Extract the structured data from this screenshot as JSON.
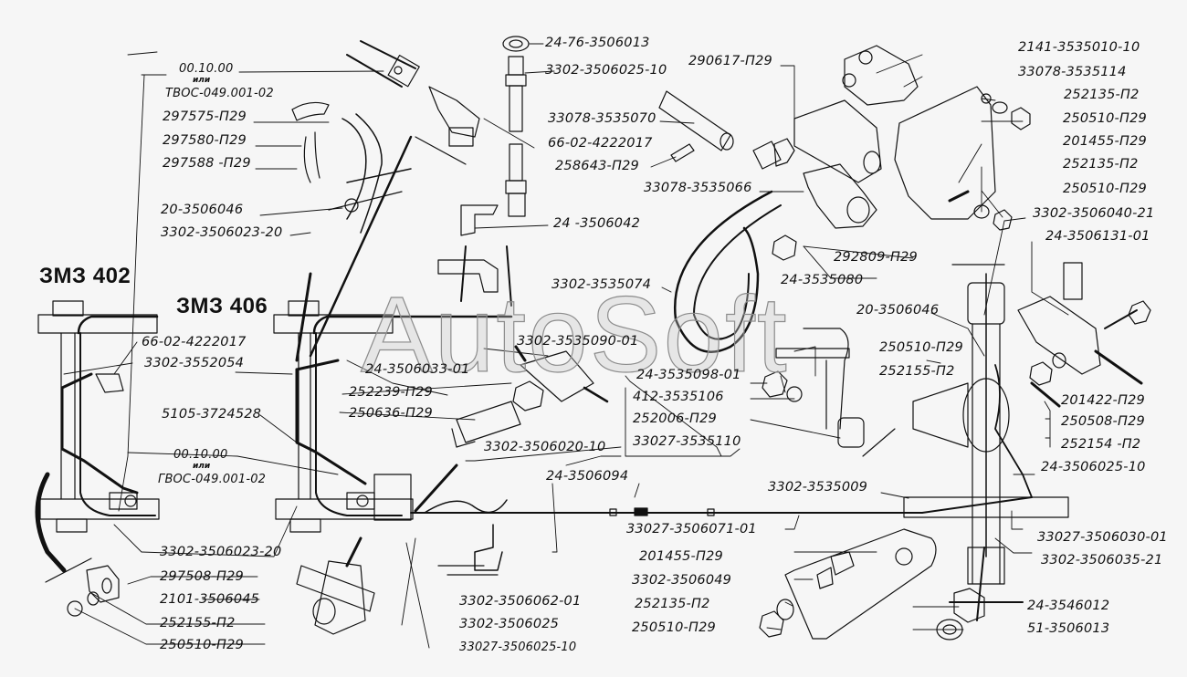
{
  "watermark": "AutoSoft",
  "engines": {
    "left": "ЗМЗ 402",
    "right": "ЗМЗ 406"
  },
  "or_word": "или",
  "labels": {
    "top_left_a": "00.10.00",
    "top_left_b": "ТВОС-049.001-02",
    "l297575": "297575-П29",
    "l297580": "297580-П29",
    "l297588": "297588 -П29",
    "l20_3506046_top": "20-3506046",
    "l3302_3506023_20_top": "3302-3506023-20",
    "l24_76": "24-76-3506013",
    "l3302_3506025_10": "3302-3506025-10",
    "l66_02_top": "66-02-4222017",
    "l258643": "258643-П29",
    "l33078_3535070": "33078-3535070",
    "l290617": "290617-П29",
    "l24_3506042": "24 -3506042",
    "l33078_3535066": "33078-3535066",
    "l2141": "2141-3535010-10",
    "l33078_3535114": "33078-3535114",
    "l252135_a": "252135-П2",
    "l250510_a": "250510-П29",
    "l201455_a": "201455-П29",
    "l252135_b": "252135-П2",
    "l250510_b": "250510-П29",
    "l3302_3506040_21": "3302-3506040-21",
    "l24_3506131_01": "24-3506131-01",
    "l292809": "292809-П29",
    "l24_3535080": "24-3535080",
    "l3302_3535074": "3302-3535074",
    "l20_3506046_right": "20-3506046",
    "l66_02_left": "66-02-4222017",
    "l3302_3552054": "3302-3552054",
    "l3302_3535090_01": "3302-3535090-01",
    "l24_3506033_01": "24-3506033-01",
    "l252239": "252239-П29",
    "l250636": "250636-П29",
    "l5105": "5105-3724528",
    "l24_3535098_01": "24-3535098-01",
    "l412": "412-3535106",
    "l252006": "252006-П29",
    "l33027_3535110": "33027-3535110",
    "l250510_c": "250510-П29",
    "l252155_c": "252155-П2",
    "l201422": "201422-П29",
    "l250508": "250508-П29",
    "l252154": "252154 -П2",
    "l24_3506025_10": "24-3506025-10",
    "l3302_3506020_10": "3302-3506020-10",
    "mid_a": "00.10.00",
    "mid_b": "ГВОС-049.001-02",
    "l24_3506094": "24-3506094",
    "l3302_3535009": "3302-3535009",
    "l33027_3506071_01": "33027-3506071-01",
    "l33027_3506030_01": "33027-3506030-01",
    "l3302_3506035_21": "3302-3506035-21",
    "l3302_3506023_20_bot": "3302-3506023-20",
    "l297508": "297508-П29",
    "l2101": "2101-3506045",
    "l252155_bot": "252155-П2",
    "l250510_bot": "250510-П29",
    "l3302_3506062_01": "3302-3506062-01",
    "l3302_3506025": "3302-3506025",
    "l33027_3506025_10": "33027-3506025-10",
    "l201455_b": "201455-П29",
    "l3302_3506049": "3302-3506049",
    "l252135_c": "252135-П2",
    "l250510_d": "250510-П29",
    "l24_3546012": "24-3546012",
    "l51_3506013": "51-3506013"
  }
}
